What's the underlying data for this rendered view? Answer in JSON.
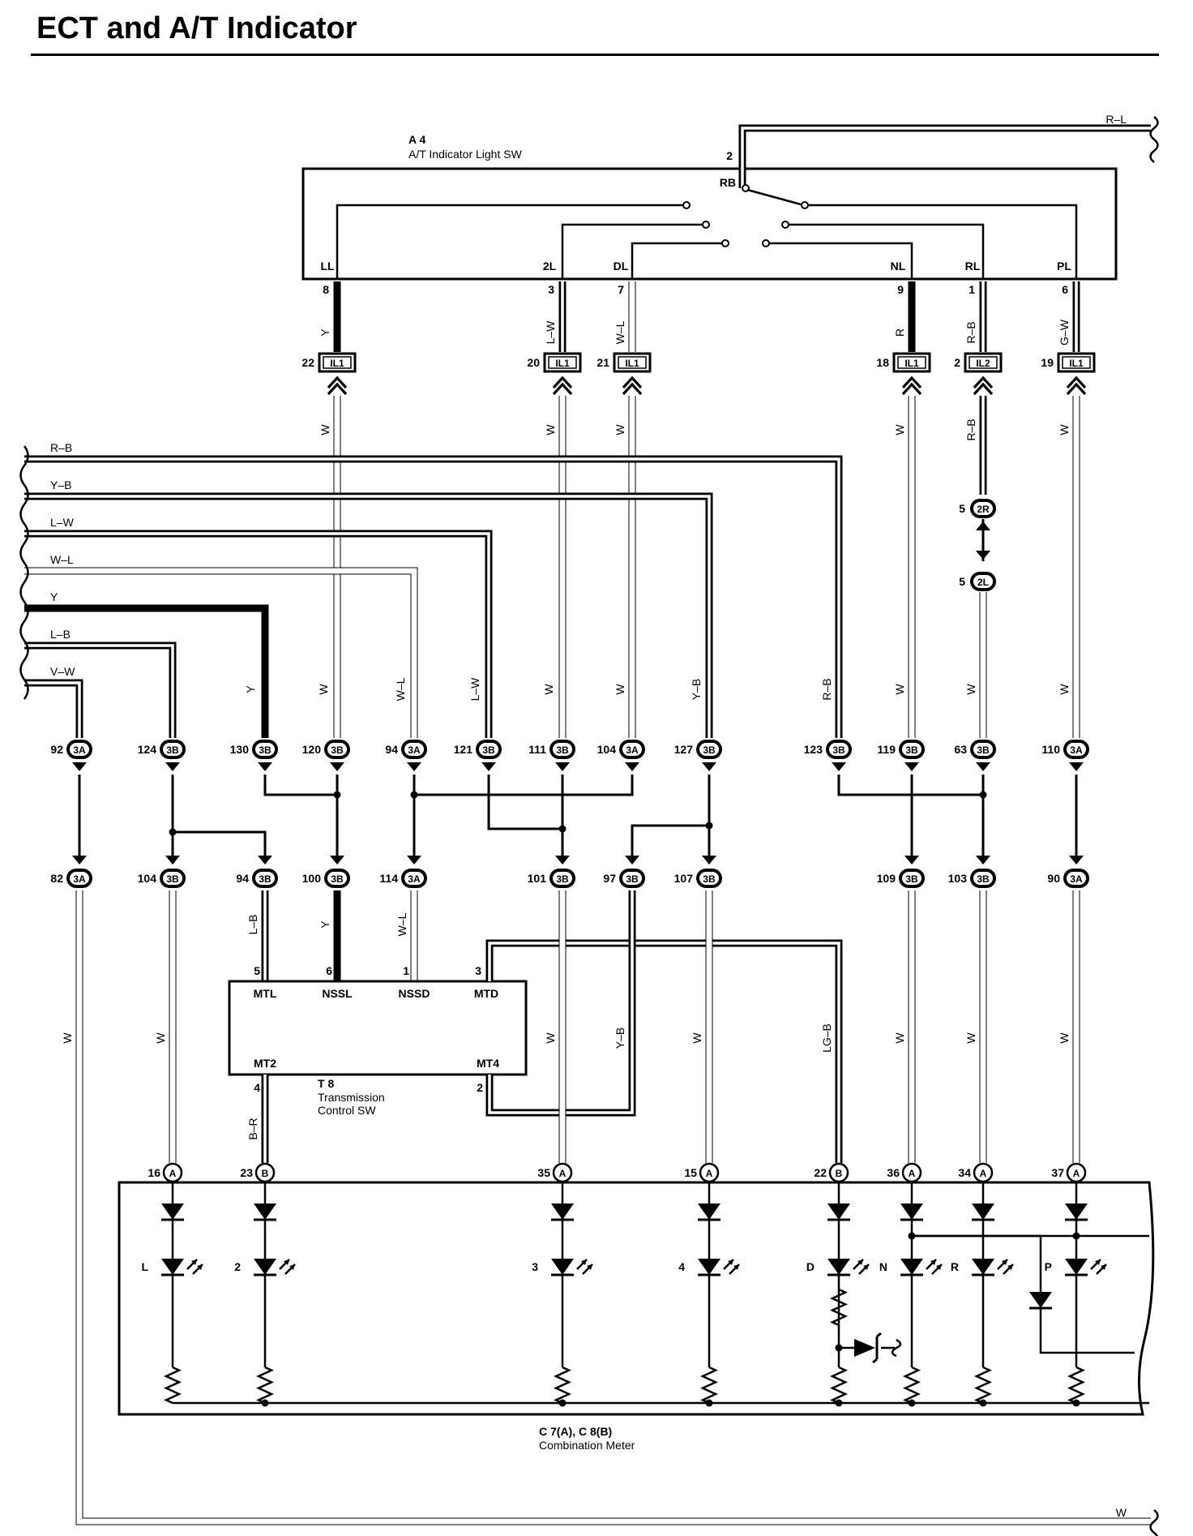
{
  "title": "ECT and A/T Indicator",
  "colors": {
    "ink": "#000000",
    "background": "#ffffff"
  },
  "switch": {
    "id": "A 4",
    "name": "A/T Indicator Light SW",
    "pin": "2",
    "pin_label": "RB",
    "terminals": [
      {
        "label": "LL",
        "pin": "8",
        "wire": "Y",
        "wc": "thick"
      },
      {
        "label": "2L",
        "pin": "3",
        "wire": "L–W",
        "wc": "med"
      },
      {
        "label": "DL",
        "pin": "7",
        "wire": "W–L",
        "wc": "light"
      },
      {
        "label": "NL",
        "pin": "9",
        "wire": "R",
        "wc": "thick"
      },
      {
        "label": "RL",
        "pin": "1",
        "wire": "R–B",
        "wc": "med"
      },
      {
        "label": "PL",
        "pin": "6",
        "wire": "G–W",
        "wc": "med"
      }
    ]
  },
  "il_connectors": [
    {
      "num": "22",
      "name": "IL1"
    },
    {
      "num": "20",
      "name": "IL1"
    },
    {
      "num": "21",
      "name": "IL1"
    },
    {
      "num": "18",
      "name": "IL1"
    },
    {
      "num": "2",
      "name": "IL2"
    },
    {
      "num": "19",
      "name": "IL1"
    }
  ],
  "lower_wires": [
    "W",
    "W",
    "W",
    "W",
    "R–B",
    "W"
  ],
  "top_wire": "R–L",
  "bottom_wire": "W",
  "left_bus": [
    {
      "label": "R–B",
      "wc": "med"
    },
    {
      "label": "Y–B",
      "wc": "med"
    },
    {
      "label": "L–W",
      "wc": "med"
    },
    {
      "label": "W–L",
      "wc": "light"
    },
    {
      "label": "Y",
      "wc": "thick"
    },
    {
      "label": "L–B",
      "wc": "med"
    },
    {
      "label": "V–W",
      "wc": "med"
    }
  ],
  "rr": {
    "r_num": "5",
    "r_name": "2R",
    "l_num": "5",
    "l_name": "2L"
  },
  "vertical_labels": [
    "Y",
    "W",
    "W–L",
    "L–W",
    "W",
    "W",
    "Y–B",
    "R–B",
    "W",
    "W",
    "W"
  ],
  "row1": [
    {
      "n": "92",
      "c": "3A"
    },
    {
      "n": "124",
      "c": "3B"
    },
    {
      "n": "130",
      "c": "3B"
    },
    {
      "n": "120",
      "c": "3B"
    },
    {
      "n": "94",
      "c": "3A"
    },
    {
      "n": "121",
      "c": "3B"
    },
    {
      "n": "111",
      "c": "3B"
    },
    {
      "n": "104",
      "c": "3A"
    },
    {
      "n": "127",
      "c": "3B"
    },
    {
      "n": "123",
      "c": "3B"
    },
    {
      "n": "119",
      "c": "3B"
    },
    {
      "n": "63",
      "c": "3B"
    },
    {
      "n": "110",
      "c": "3A"
    }
  ],
  "row2": [
    {
      "n": "82",
      "c": "3A"
    },
    {
      "n": "104",
      "c": "3B"
    },
    {
      "n": "94",
      "c": "3B"
    },
    {
      "n": "100",
      "c": "3B"
    },
    {
      "n": "114",
      "c": "3A"
    },
    {
      "n": "101",
      "c": "3B"
    },
    {
      "n": "97",
      "c": "3B"
    },
    {
      "n": "107",
      "c": "3B"
    },
    {
      "n": "109",
      "c": "3B"
    },
    {
      "n": "103",
      "c": "3B"
    },
    {
      "n": "90",
      "c": "3A"
    }
  ],
  "tcs": {
    "id": "T 8",
    "name1": "Transmission",
    "name2": "Control SW",
    "top_pins": [
      "5",
      "6",
      "1",
      "3"
    ],
    "top_labels": [
      "MTL",
      "NSSL",
      "NSSD",
      "MTD"
    ],
    "bottom_labels": [
      "MT2",
      "MT4"
    ],
    "bottom_pins": [
      "4",
      "2"
    ],
    "wire_labels": [
      "L–B",
      "Y",
      "W–L",
      "B–R"
    ]
  },
  "mid_labels": [
    "W",
    "W",
    "W",
    "Y–B",
    "W",
    "LG–B",
    "W",
    "W",
    "W"
  ],
  "meter": {
    "id": "C 7(A), C 8(B)",
    "name": "Combination Meter",
    "pins": [
      {
        "n": "16",
        "c": "A"
      },
      {
        "n": "23",
        "c": "B"
      },
      {
        "n": "35",
        "c": "A"
      },
      {
        "n": "15",
        "c": "A"
      },
      {
        "n": "22",
        "c": "B"
      },
      {
        "n": "36",
        "c": "A"
      },
      {
        "n": "34",
        "c": "A"
      },
      {
        "n": "37",
        "c": "A"
      }
    ],
    "leds": [
      "L",
      "2",
      "3",
      "4",
      "D",
      "N",
      "R",
      "P"
    ]
  }
}
